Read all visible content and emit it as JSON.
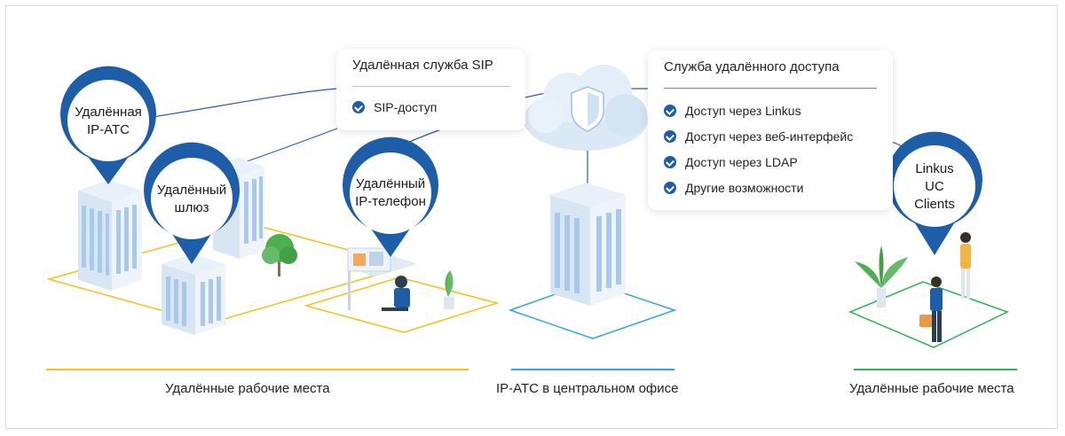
{
  "cards": {
    "sip": {
      "title": "Удалённая служба SIP",
      "items": [
        "SIP-доступ"
      ]
    },
    "remote_access": {
      "title": "Служба удалённого доступа",
      "items": [
        "Доступ через Linkus",
        "Доступ через веб-интерфейс",
        "Доступ через LDAP",
        "Другие возможности"
      ]
    }
  },
  "pins": {
    "remote_pbx": [
      "Удалённая",
      "IP-АТС"
    ],
    "remote_gateway": [
      "Удалённый",
      "шлюз"
    ],
    "remote_phone": [
      "Удалённый",
      "IP-телефон"
    ],
    "linkus": [
      "Linkus",
      "UC",
      "Clients"
    ]
  },
  "captions": {
    "left": "Удалённые рабочие места",
    "center": "IP-АТС в центральном офисе",
    "right": "Удалённые рабочие места"
  },
  "colors": {
    "pin_blue": "#1e5da8",
    "accent_yellow": "#f3c21b",
    "accent_cyan": "#33a6dc",
    "accent_green": "#2fb25a",
    "line_blue": "#2b5ea0"
  }
}
